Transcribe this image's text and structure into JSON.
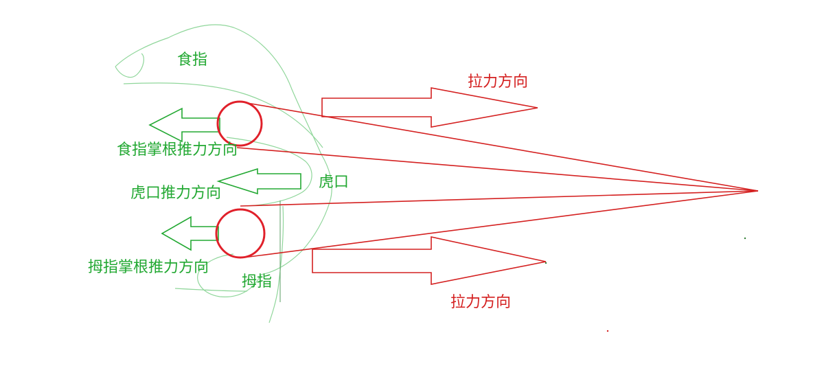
{
  "colors": {
    "green": "#22a832",
    "red": "#d42020",
    "sketch": "#8fd69a",
    "background": "#ffffff"
  },
  "labels": {
    "index_finger": "食指",
    "pull_direction_top": "拉力方向",
    "index_palm_push": "食指掌根推力方向",
    "tiger_mouth_push": "虎口推力方向",
    "tiger_mouth": "虎口",
    "thumb_palm_push": "拇指掌根推力方向",
    "thumb": "拇指",
    "pull_direction_bottom": "拉力方向"
  }
}
